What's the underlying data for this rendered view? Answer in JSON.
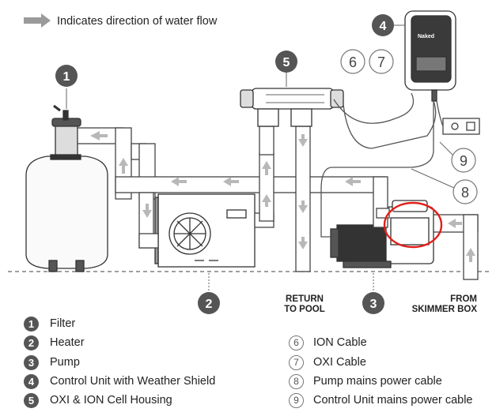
{
  "header": {
    "flow_note": "Indicates direction of water flow"
  },
  "callouts": {
    "c1": "1",
    "c2": "2",
    "c3": "3",
    "c4": "4",
    "c5": "5",
    "c6": "6",
    "c7": "7",
    "c8": "8",
    "c9": "9"
  },
  "labels": {
    "return_line1": "RETURN",
    "return_line2": "TO POOL",
    "skimmer_line1": "FROM",
    "skimmer_line2": "SKIMMER BOX",
    "unit_brand": "Naked"
  },
  "legend": {
    "left": [
      {
        "num": "1",
        "text": "Filter"
      },
      {
        "num": "2",
        "text": "Heater"
      },
      {
        "num": "3",
        "text": "Pump"
      },
      {
        "num": "4",
        "text": "Control Unit with Weather Shield"
      },
      {
        "num": "5",
        "text": "OXI & ION Cell Housing"
      }
    ],
    "right": [
      {
        "num": "6",
        "text": "ION Cable"
      },
      {
        "num": "7",
        "text": "OXI Cable"
      },
      {
        "num": "8",
        "text": "Pump mains power cable"
      },
      {
        "num": "9",
        "text": "Control Unit mains power cable"
      }
    ]
  },
  "colors": {
    "callout_fill": "#555555",
    "pipe_stroke": "#444444",
    "arrow_fill": "#b8b8b8",
    "highlight": "#e0201b"
  }
}
